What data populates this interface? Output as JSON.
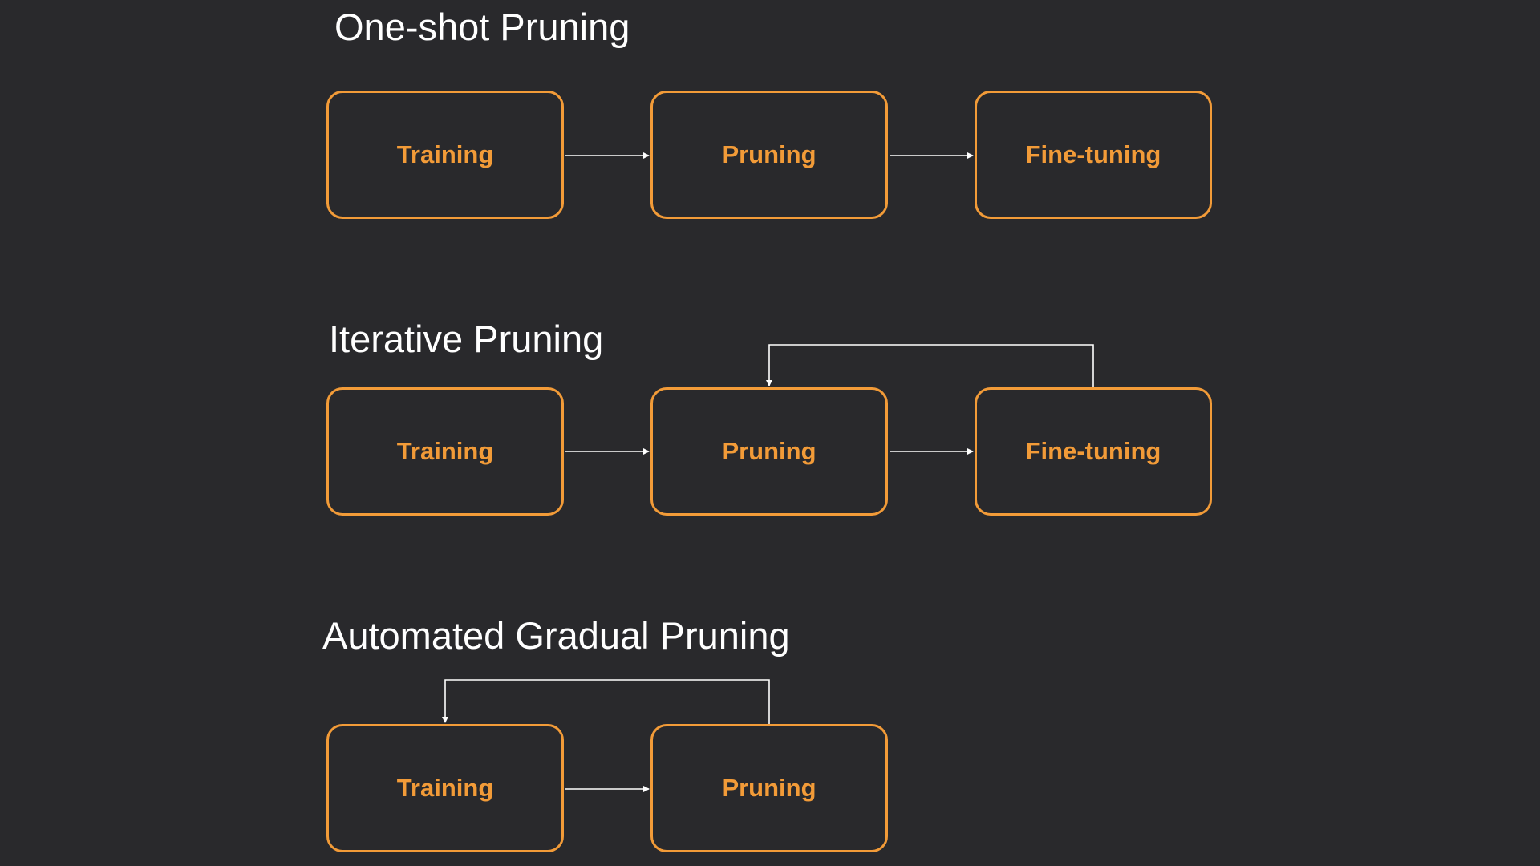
{
  "diagrams": [
    {
      "title": "One-shot Pruning",
      "steps": [
        "Training",
        "Pruning",
        "Fine-tuning"
      ],
      "loop": null
    },
    {
      "title": "Iterative Pruning",
      "steps": [
        "Training",
        "Pruning",
        "Fine-tuning"
      ],
      "loop": {
        "from": "Fine-tuning",
        "to": "Pruning"
      }
    },
    {
      "title": "Automated Gradual Pruning",
      "steps": [
        "Training",
        "Pruning"
      ],
      "loop": {
        "from": "Pruning",
        "to": "Training"
      }
    }
  ],
  "colors": {
    "background": "#29292c",
    "box_accent": "#f29b38",
    "title_text": "#ffffff",
    "arrow": "#ffffff"
  }
}
